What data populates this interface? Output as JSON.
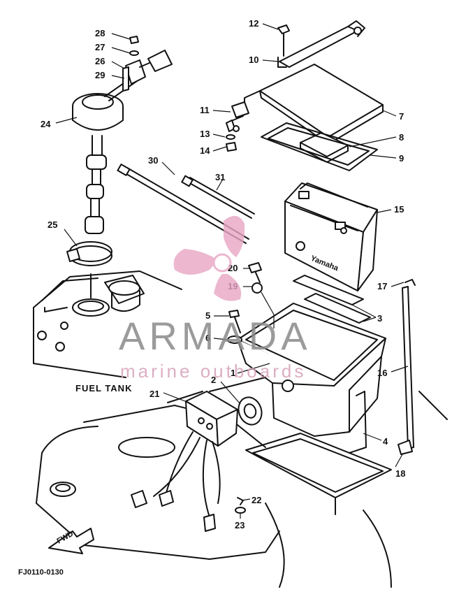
{
  "part_numbers": {
    "p1": "1",
    "p2": "2",
    "p3": "3",
    "p4": "4",
    "p5": "5",
    "p6": "6",
    "p7": "7",
    "p8": "8",
    "p9": "9",
    "p10": "10",
    "p11": "11",
    "p12": "12",
    "p13": "13",
    "p14": "14",
    "p15": "15",
    "p16": "16",
    "p17": "17",
    "p18": "18",
    "p19": "19",
    "p20": "20",
    "p21": "21",
    "p22": "22",
    "p23": "23",
    "p24": "24",
    "p25": "25",
    "p26": "26",
    "p27": "27",
    "p28": "28",
    "p29": "29",
    "p30": "30",
    "p31": "31"
  },
  "labels": {
    "fuel_tank": "FUEL TANK",
    "fwd_arrow": "FWD",
    "diagram_code": "FJ0110-0130",
    "battery_marking": "Yamaha"
  },
  "watermark": {
    "title": "ARMADA",
    "subtitle": "marine outboards",
    "logo_color": "#e8a6c4",
    "text_color": "#8a8a8a"
  },
  "colors": {
    "line": "#111111",
    "background": "#ffffff",
    "watermark_pink": "#e8a6c4"
  }
}
